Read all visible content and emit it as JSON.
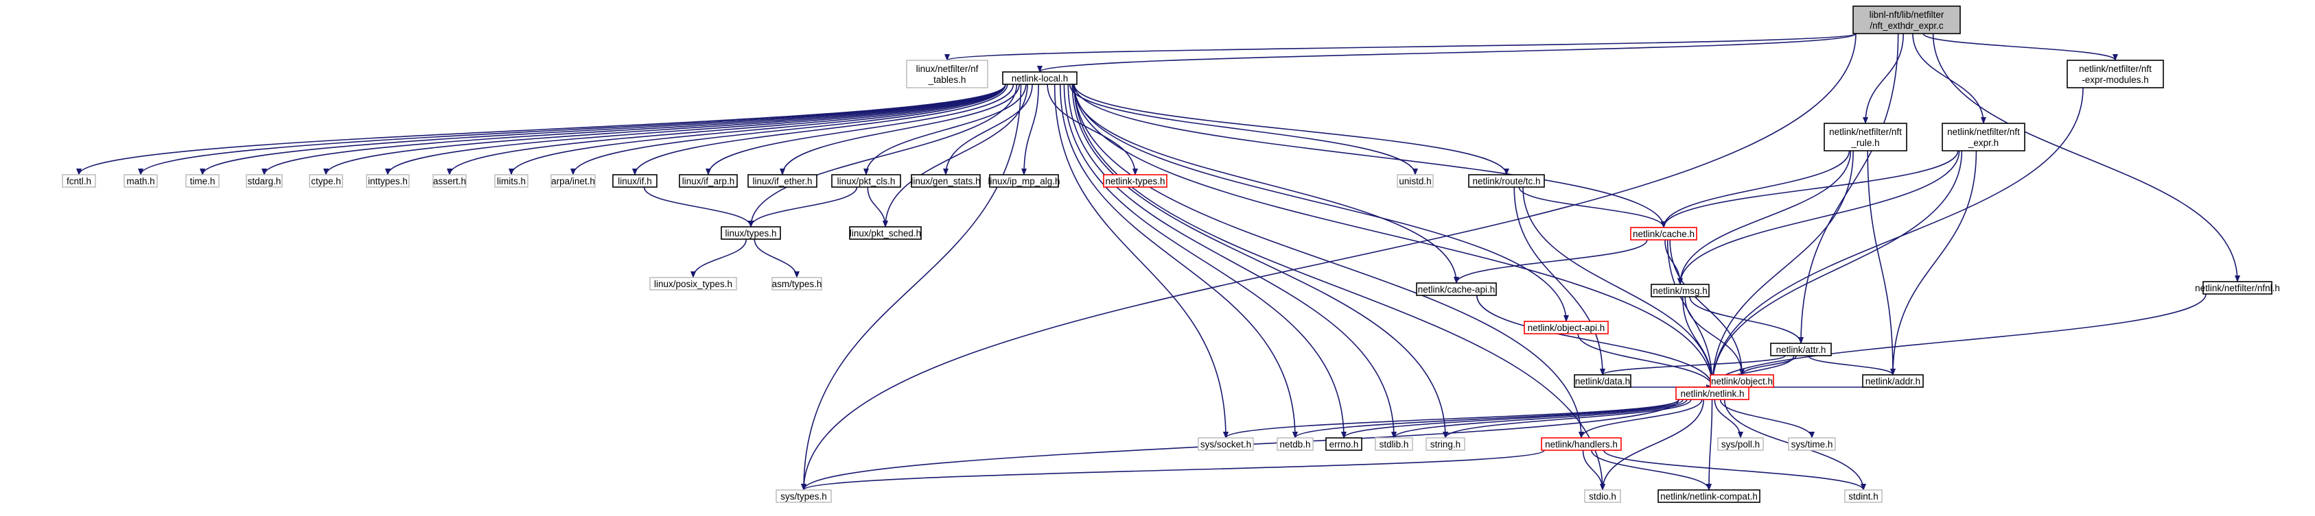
{
  "colors": {
    "edge": "#191970",
    "border_normal": "#000000",
    "border_missing": "#bfbfbf",
    "border_truncated": "#ff0000",
    "root_fill": "#bfbfbf",
    "node_fill": "#ffffff"
  },
  "nodes": [
    {
      "id": "root",
      "lines": [
        "libnl-nft/lib/netfilter",
        "/nft_exthdr_expr.c"
      ],
      "kind": "root"
    },
    {
      "id": "nf_tables",
      "lines": [
        "linux/netfilter/nf",
        "_tables.h"
      ],
      "kind": "missing"
    },
    {
      "id": "netlink_local",
      "lines": [
        "netlink-local.h"
      ],
      "kind": "normal"
    },
    {
      "id": "nft_rule",
      "lines": [
        "netlink/netfilter/nft",
        "_rule.h"
      ],
      "kind": "normal"
    },
    {
      "id": "nft_expr",
      "lines": [
        "netlink/netfilter/nft",
        "_expr.h"
      ],
      "kind": "normal"
    },
    {
      "id": "nft_expr_modules",
      "lines": [
        "netlink/netfilter/nft",
        "-expr-modules.h"
      ],
      "kind": "normal"
    },
    {
      "id": "nfnl",
      "lines": [
        "netlink/netfilter/nfnl.h"
      ],
      "kind": "normal"
    },
    {
      "id": "fcntl",
      "lines": [
        "fcntl.h"
      ],
      "kind": "missing"
    },
    {
      "id": "math",
      "lines": [
        "math.h"
      ],
      "kind": "missing"
    },
    {
      "id": "time",
      "lines": [
        "time.h"
      ],
      "kind": "missing"
    },
    {
      "id": "stdarg",
      "lines": [
        "stdarg.h"
      ],
      "kind": "missing"
    },
    {
      "id": "ctype",
      "lines": [
        "ctype.h"
      ],
      "kind": "missing"
    },
    {
      "id": "inttypes",
      "lines": [
        "inttypes.h"
      ],
      "kind": "missing"
    },
    {
      "id": "assert",
      "lines": [
        "assert.h"
      ],
      "kind": "missing"
    },
    {
      "id": "limits",
      "lines": [
        "limits.h"
      ],
      "kind": "missing"
    },
    {
      "id": "arpa_inet",
      "lines": [
        "arpa/inet.h"
      ],
      "kind": "missing"
    },
    {
      "id": "linux_if",
      "lines": [
        "linux/if.h"
      ],
      "kind": "normal"
    },
    {
      "id": "linux_if_arp",
      "lines": [
        "linux/if_arp.h"
      ],
      "kind": "normal"
    },
    {
      "id": "linux_if_ether",
      "lines": [
        "linux/if_ether.h"
      ],
      "kind": "normal"
    },
    {
      "id": "linux_pkt_cls",
      "lines": [
        "linux/pkt_cls.h"
      ],
      "kind": "normal"
    },
    {
      "id": "linux_gen_stats",
      "lines": [
        "linux/gen_stats.h"
      ],
      "kind": "normal"
    },
    {
      "id": "linux_ip_mp_alg",
      "lines": [
        "linux/ip_mp_alg.h"
      ],
      "kind": "normal"
    },
    {
      "id": "netlink_types",
      "lines": [
        "netlink-types.h"
      ],
      "kind": "truncated"
    },
    {
      "id": "unistd",
      "lines": [
        "unistd.h"
      ],
      "kind": "missing"
    },
    {
      "id": "route_tc",
      "lines": [
        "netlink/route/tc.h"
      ],
      "kind": "normal"
    },
    {
      "id": "linux_types",
      "lines": [
        "linux/types.h"
      ],
      "kind": "normal"
    },
    {
      "id": "linux_pkt_sched",
      "lines": [
        "linux/pkt_sched.h"
      ],
      "kind": "normal"
    },
    {
      "id": "cache",
      "lines": [
        "netlink/cache.h"
      ],
      "kind": "truncated"
    },
    {
      "id": "linux_posix_types",
      "lines": [
        "linux/posix_types.h"
      ],
      "kind": "missing"
    },
    {
      "id": "asm_types",
      "lines": [
        "asm/types.h"
      ],
      "kind": "missing"
    },
    {
      "id": "cache_api",
      "lines": [
        "netlink/cache-api.h"
      ],
      "kind": "normal"
    },
    {
      "id": "msg",
      "lines": [
        "netlink/msg.h"
      ],
      "kind": "normal"
    },
    {
      "id": "object_api",
      "lines": [
        "netlink/object-api.h"
      ],
      "kind": "truncated"
    },
    {
      "id": "attr",
      "lines": [
        "netlink/attr.h"
      ],
      "kind": "normal"
    },
    {
      "id": "data",
      "lines": [
        "netlink/data.h"
      ],
      "kind": "normal"
    },
    {
      "id": "object",
      "lines": [
        "netlink/object.h"
      ],
      "kind": "truncated"
    },
    {
      "id": "addr",
      "lines": [
        "netlink/addr.h"
      ],
      "kind": "normal"
    },
    {
      "id": "netlink",
      "lines": [
        "netlink/netlink.h"
      ],
      "kind": "truncated"
    },
    {
      "id": "sys_socket",
      "lines": [
        "sys/socket.h"
      ],
      "kind": "missing"
    },
    {
      "id": "netdb",
      "lines": [
        "netdb.h"
      ],
      "kind": "missing"
    },
    {
      "id": "errno",
      "lines": [
        "errno.h"
      ],
      "kind": "normal"
    },
    {
      "id": "stdlib",
      "lines": [
        "stdlib.h"
      ],
      "kind": "missing"
    },
    {
      "id": "string",
      "lines": [
        "string.h"
      ],
      "kind": "missing"
    },
    {
      "id": "handlers",
      "lines": [
        "netlink/handlers.h"
      ],
      "kind": "truncated"
    },
    {
      "id": "sys_poll",
      "lines": [
        "sys/poll.h"
      ],
      "kind": "missing"
    },
    {
      "id": "sys_time",
      "lines": [
        "sys/time.h"
      ],
      "kind": "missing"
    },
    {
      "id": "sys_types",
      "lines": [
        "sys/types.h"
      ],
      "kind": "missing"
    },
    {
      "id": "stdio",
      "lines": [
        "stdio.h"
      ],
      "kind": "missing"
    },
    {
      "id": "netlink_compat",
      "lines": [
        "netlink/netlink-compat.h"
      ],
      "kind": "normal"
    },
    {
      "id": "stdint",
      "lines": [
        "stdint.h"
      ],
      "kind": "missing"
    }
  ],
  "edges": [
    [
      "root",
      "nf_tables"
    ],
    [
      "root",
      "netlink_local"
    ],
    [
      "root",
      "nft_rule"
    ],
    [
      "root",
      "nft_expr"
    ],
    [
      "root",
      "nft_expr_modules"
    ],
    [
      "root",
      "nfnl"
    ],
    [
      "root",
      "attr"
    ],
    [
      "root",
      "sys_types"
    ],
    [
      "netlink_local",
      "fcntl"
    ],
    [
      "netlink_local",
      "math"
    ],
    [
      "netlink_local",
      "time"
    ],
    [
      "netlink_local",
      "stdarg"
    ],
    [
      "netlink_local",
      "ctype"
    ],
    [
      "netlink_local",
      "inttypes"
    ],
    [
      "netlink_local",
      "assert"
    ],
    [
      "netlink_local",
      "limits"
    ],
    [
      "netlink_local",
      "arpa_inet"
    ],
    [
      "netlink_local",
      "linux_if"
    ],
    [
      "netlink_local",
      "linux_if_arp"
    ],
    [
      "netlink_local",
      "linux_if_ether"
    ],
    [
      "netlink_local",
      "linux_pkt_cls"
    ],
    [
      "netlink_local",
      "linux_gen_stats"
    ],
    [
      "netlink_local",
      "linux_ip_mp_alg"
    ],
    [
      "netlink_local",
      "netlink_types"
    ],
    [
      "netlink_local",
      "unistd"
    ],
    [
      "netlink_local",
      "route_tc"
    ],
    [
      "netlink_local",
      "linux_types"
    ],
    [
      "netlink_local",
      "linux_pkt_sched"
    ],
    [
      "netlink_local",
      "cache"
    ],
    [
      "netlink_local",
      "cache_api"
    ],
    [
      "netlink_local",
      "object_api"
    ],
    [
      "netlink_local",
      "netlink"
    ],
    [
      "netlink_local",
      "sys_socket"
    ],
    [
      "netlink_local",
      "netdb"
    ],
    [
      "netlink_local",
      "errno"
    ],
    [
      "netlink_local",
      "stdlib"
    ],
    [
      "netlink_local",
      "string"
    ],
    [
      "netlink_local",
      "handlers"
    ],
    [
      "netlink_local",
      "stdio"
    ],
    [
      "netlink_local",
      "sys_types"
    ],
    [
      "linux_if",
      "linux_types"
    ],
    [
      "linux_pkt_cls",
      "linux_types"
    ],
    [
      "linux_pkt_cls",
      "linux_pkt_sched"
    ],
    [
      "linux_types",
      "linux_posix_types"
    ],
    [
      "linux_types",
      "asm_types"
    ],
    [
      "route_tc",
      "cache"
    ],
    [
      "route_tc",
      "data"
    ],
    [
      "route_tc",
      "netlink"
    ],
    [
      "nft_rule",
      "cache"
    ],
    [
      "nft_rule",
      "msg"
    ],
    [
      "nft_rule",
      "addr"
    ],
    [
      "nft_rule",
      "netlink"
    ],
    [
      "nft_expr",
      "cache"
    ],
    [
      "nft_expr",
      "msg"
    ],
    [
      "nft_expr",
      "addr"
    ],
    [
      "nft_expr",
      "netlink"
    ],
    [
      "cache",
      "cache_api"
    ],
    [
      "cache",
      "msg"
    ],
    [
      "cache",
      "object"
    ],
    [
      "cache",
      "netlink"
    ],
    [
      "cache_api",
      "netlink"
    ],
    [
      "msg",
      "attr"
    ],
    [
      "msg",
      "object"
    ],
    [
      "msg",
      "netlink"
    ],
    [
      "attr",
      "data"
    ],
    [
      "attr",
      "object"
    ],
    [
      "attr",
      "addr"
    ],
    [
      "attr",
      "netlink"
    ],
    [
      "object_api",
      "netlink"
    ],
    [
      "data",
      "netlink"
    ],
    [
      "object",
      "netlink"
    ],
    [
      "addr",
      "netlink"
    ],
    [
      "nft_expr_modules",
      "netlink"
    ],
    [
      "nfnl",
      "netlink"
    ],
    [
      "netlink",
      "sys_socket"
    ],
    [
      "netlink",
      "netdb"
    ],
    [
      "netlink",
      "errno"
    ],
    [
      "netlink",
      "stdlib"
    ],
    [
      "netlink",
      "string"
    ],
    [
      "netlink",
      "handlers"
    ],
    [
      "netlink",
      "sys_poll"
    ],
    [
      "netlink",
      "sys_time"
    ],
    [
      "netlink",
      "sys_types"
    ],
    [
      "netlink",
      "stdio"
    ],
    [
      "netlink",
      "netlink_compat"
    ],
    [
      "netlink",
      "stdint"
    ],
    [
      "handlers",
      "sys_types"
    ],
    [
      "handlers",
      "stdio"
    ],
    [
      "handlers",
      "netlink_compat"
    ],
    [
      "handlers",
      "stdint"
    ]
  ]
}
